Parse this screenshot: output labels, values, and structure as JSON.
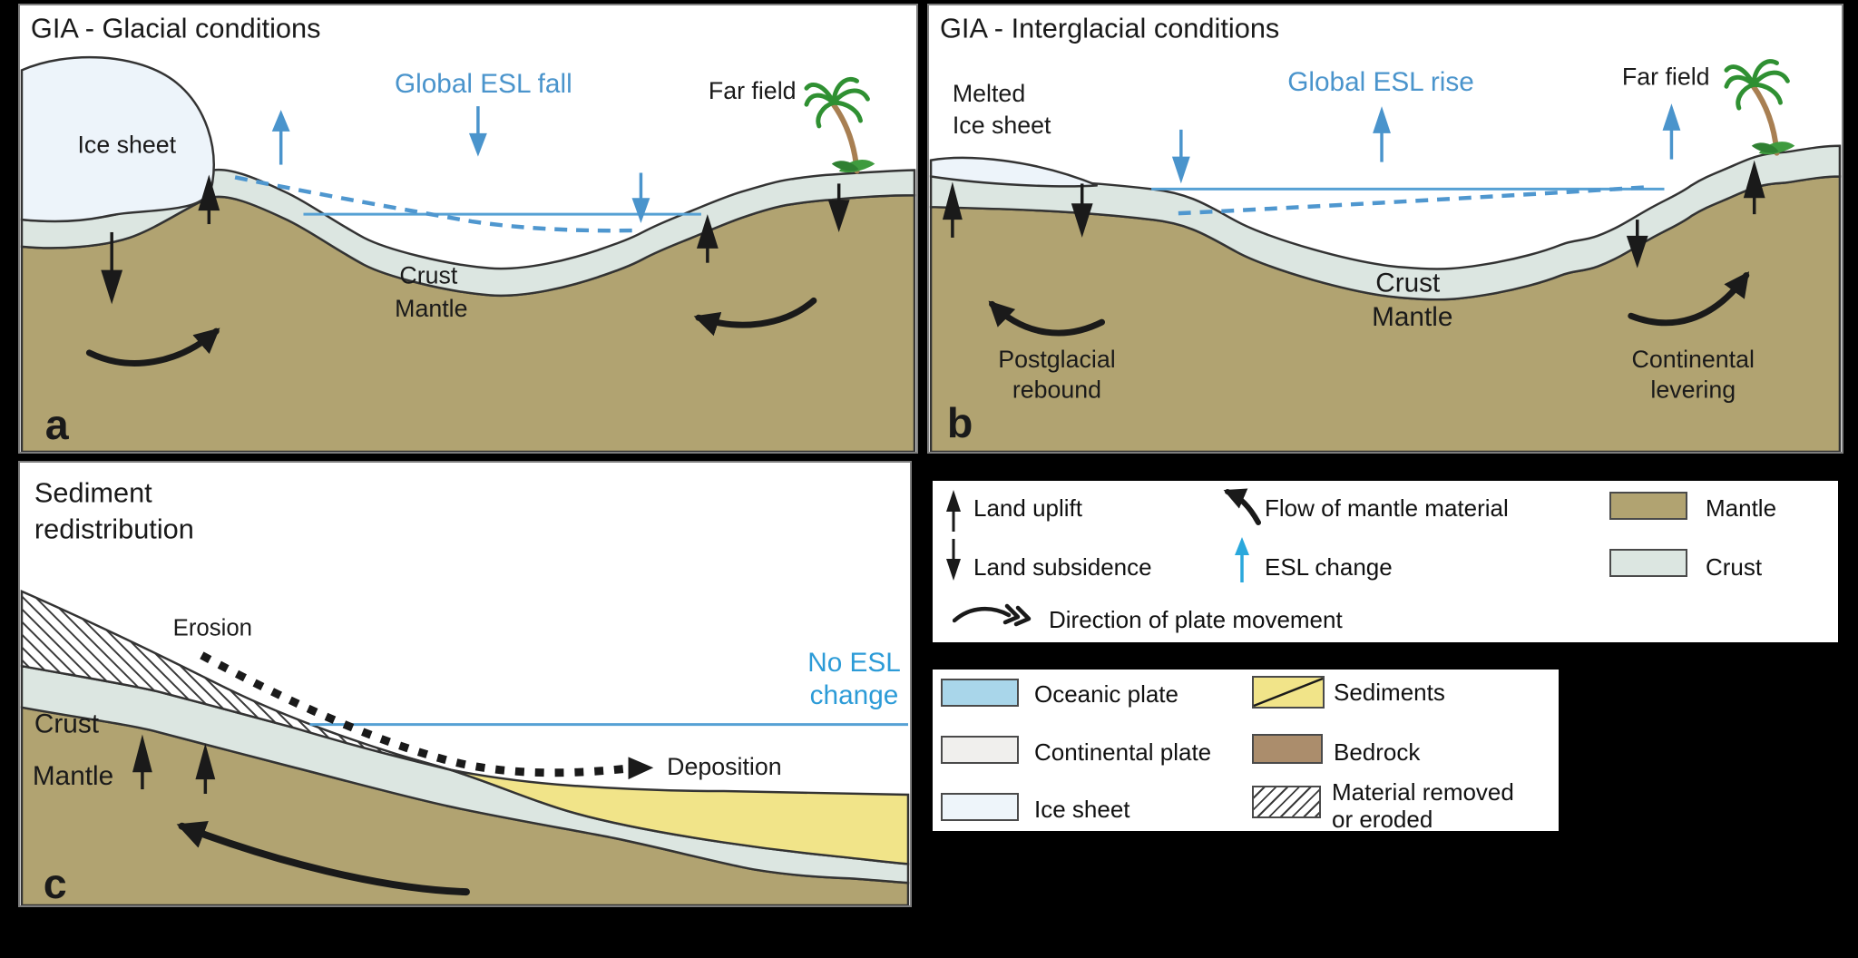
{
  "panel_a": {
    "letter": "a",
    "title": "GIA - Glacial conditions",
    "ice_sheet": "Ice sheet",
    "esl": "Global ESL fall",
    "far_field": "Far field",
    "crust": "Crust",
    "mantle": "Mantle"
  },
  "panel_b": {
    "letter": "b",
    "title": "GIA - Interglacial conditions",
    "melted_1": "Melted",
    "melted_2": "Ice sheet",
    "esl": "Global ESL rise",
    "far_field": "Far field",
    "crust": "Crust",
    "mantle": "Mantle",
    "postglacial_1": "Postglacial",
    "postglacial_2": "rebound",
    "levering_1": "Continental",
    "levering_2": "levering"
  },
  "panel_c": {
    "letter": "c",
    "title_1": "Sediment",
    "title_2": "redistribution",
    "erosion": "Erosion",
    "deposition": "Deposition",
    "no_esl_1": "No ESL",
    "no_esl_2": "change",
    "crust": "Crust",
    "mantle": "Mantle"
  },
  "legend_symbols": {
    "land_uplift": "Land uplift",
    "land_subsidence": "Land subsidence",
    "flow_mantle": "Flow of mantle material",
    "esl_change": "ESL change",
    "direction": "Direction of plate movement",
    "mantle": "Mantle",
    "crust": "Crust"
  },
  "legend_materials": {
    "oceanic": "Oceanic plate",
    "continental": "Continental plate",
    "ice_sheet": "Ice sheet",
    "sediments": "Sediments",
    "bedrock": "Bedrock",
    "removed_1": "Material removed",
    "removed_2": "or eroded"
  },
  "colors": {
    "mantle": "#b1a371",
    "crust": "#dce6e1",
    "ice_sheet": "#edf4fa",
    "oceanic_plate": "#a9d6ea",
    "continental_plate": "#f0efed",
    "sediments": "#f1e489",
    "bedrock": "#ab8d6c",
    "esl_blue": "#4a94cc",
    "esl_bright_blue": "#2aa8dc",
    "sea_line": "#56a1d4",
    "outline_black": "#1a1a1a"
  }
}
